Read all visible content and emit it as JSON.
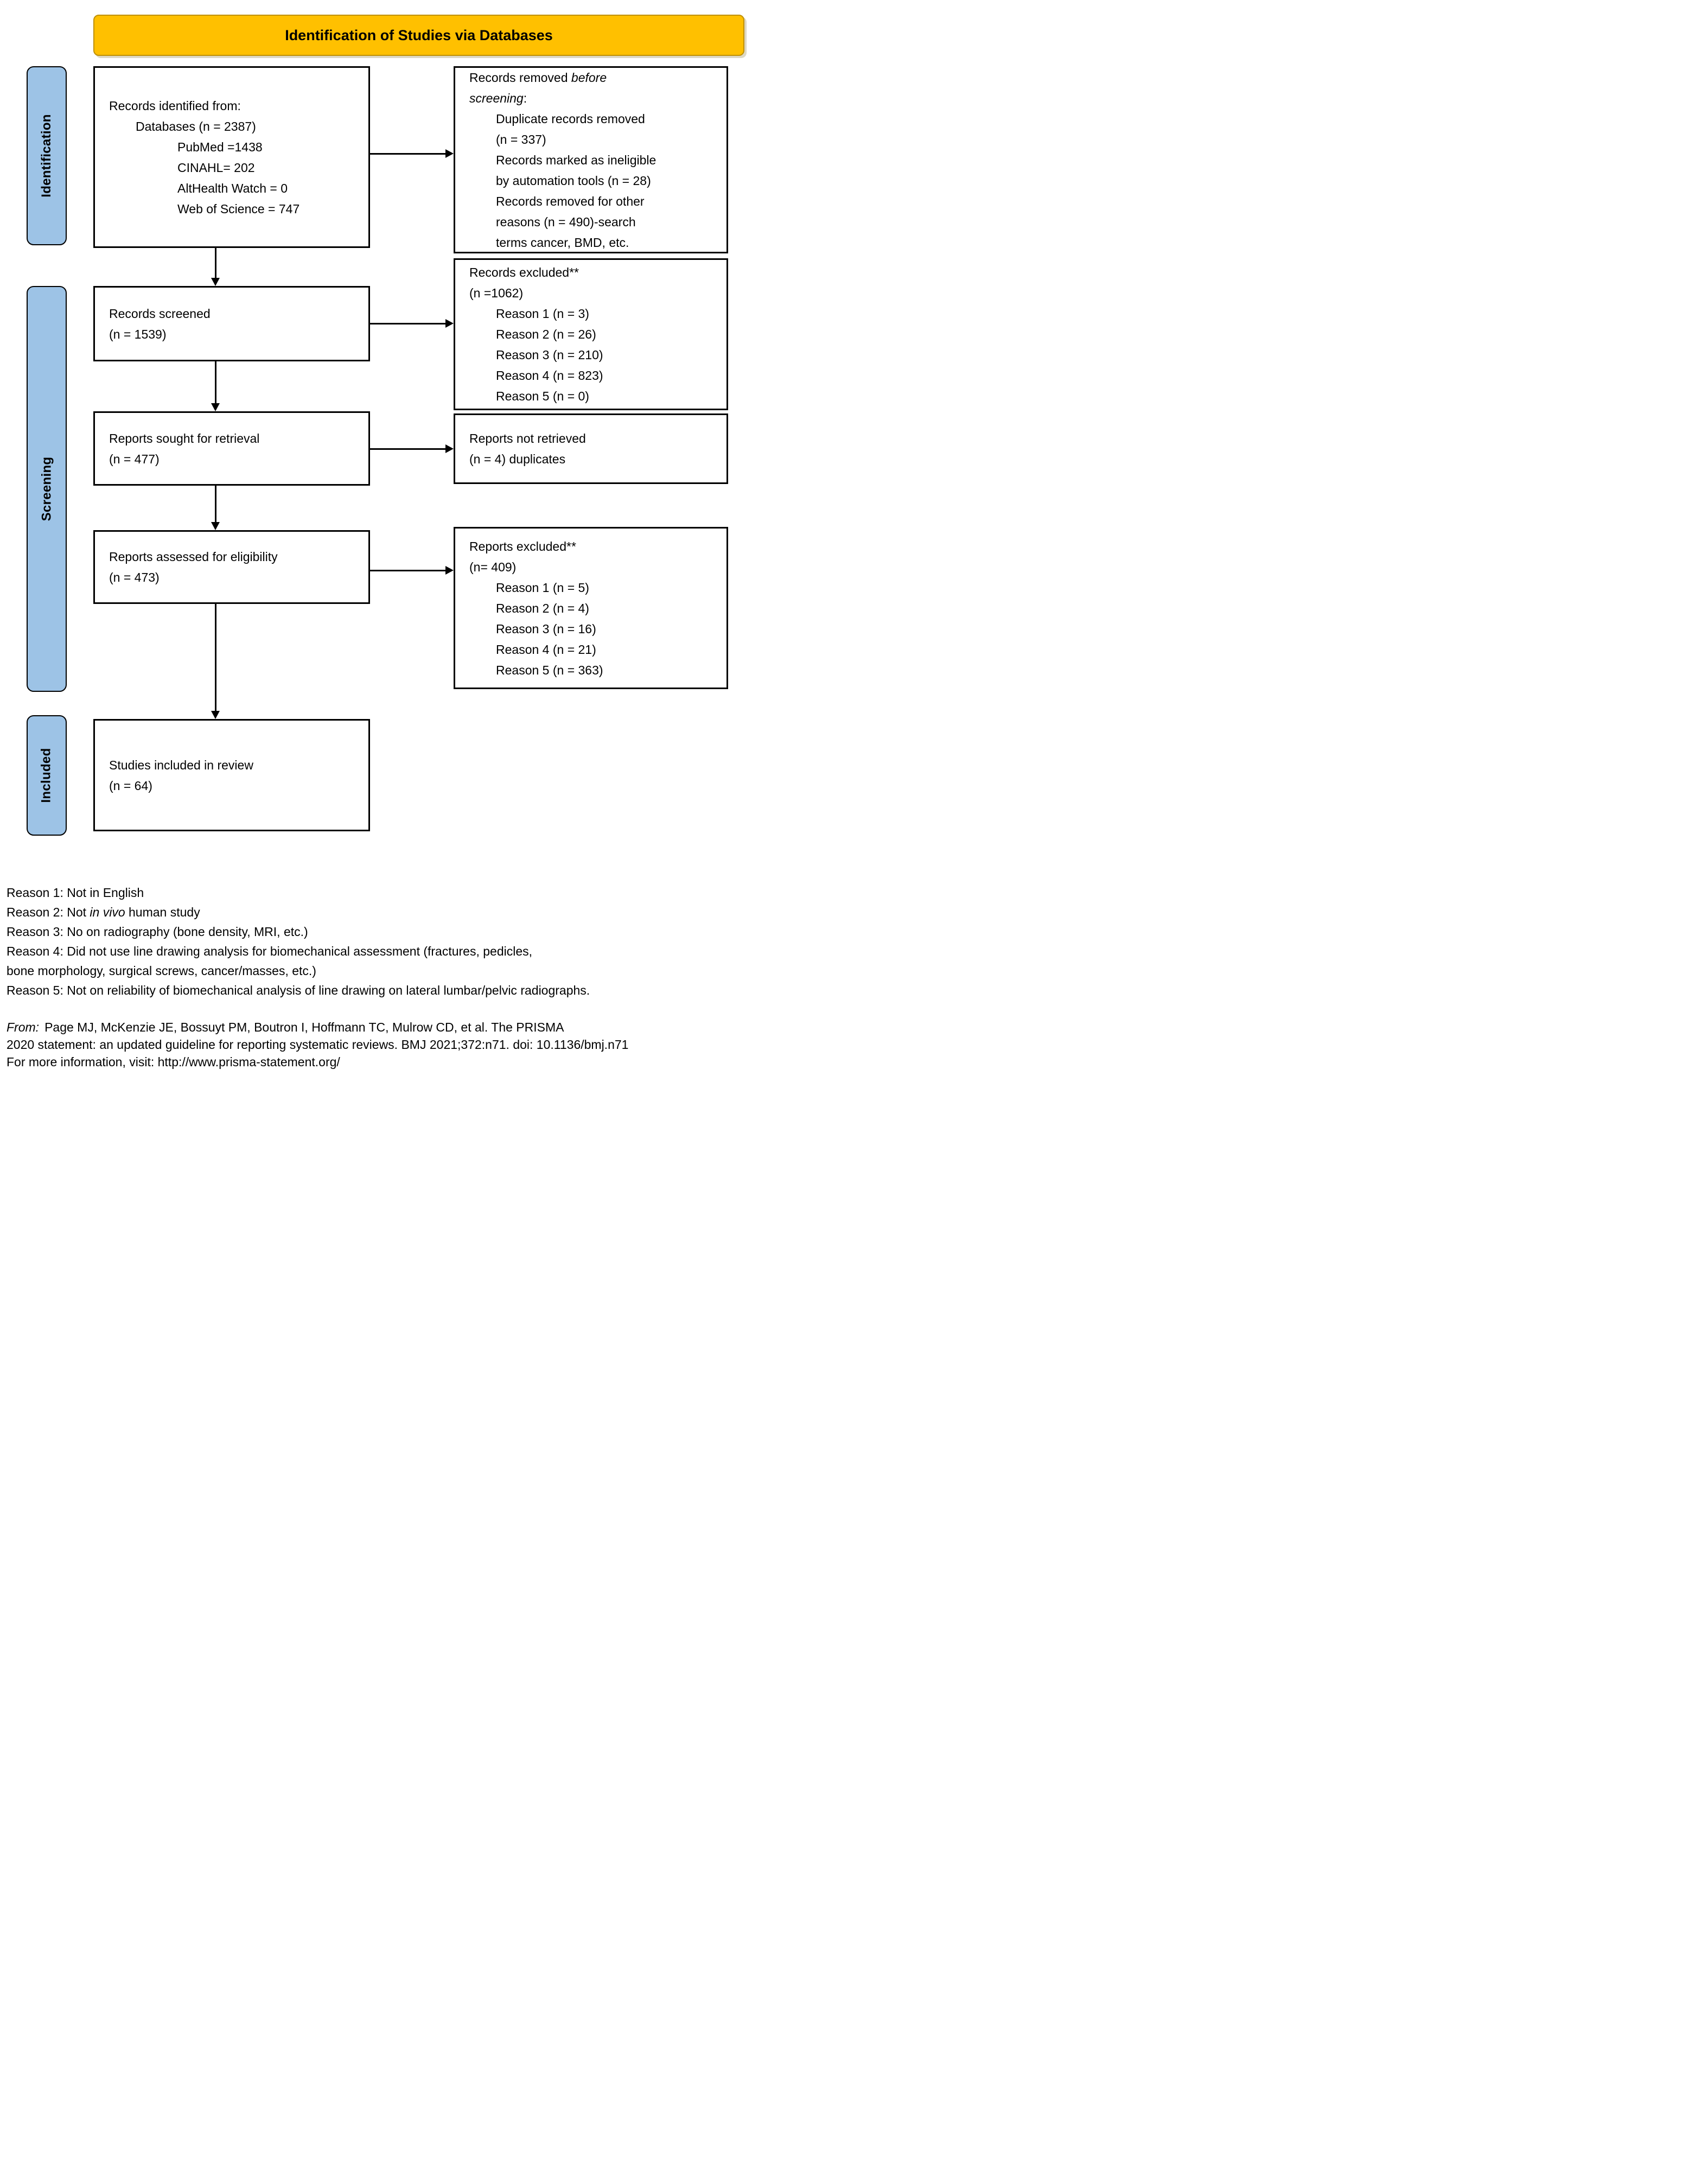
{
  "banner": {
    "label": "Identification of Studies via Databases"
  },
  "sidebar": {
    "identification": "Identification",
    "screening": "Screening",
    "included": "Included"
  },
  "boxes": {
    "identified": {
      "l1": "Records identified from:",
      "l2": "Databases (n = 2387)",
      "l3": "PubMed =1438",
      "l4": "CINAHL= 202",
      "l5": "AltHealth Watch = 0",
      "l6": "Web of Science = 747"
    },
    "removed_before_screening": {
      "l1_pre": "Records removed ",
      "l1_italic": "before",
      "l2_italic": "screening",
      "l2_post": ":",
      "l3": "Duplicate records removed",
      "l4": "(n = 337)",
      "l5": "Records marked as ineligible",
      "l6": "by automation tools (n = 28)",
      "l7": "Records removed for other",
      "l8": "reasons (n = 490)-search",
      "l9": "terms cancer, BMD, etc."
    },
    "screened": {
      "l1": "Records screened",
      "l2": "(n = 1539)"
    },
    "records_excluded": {
      "l1": "Records excluded**",
      "l2": "(n =1062)",
      "l3": "Reason 1 (n = 3)",
      "l4": "Reason 2 (n = 26)",
      "l5": "Reason 3 (n = 210)",
      "l6": "Reason 4 (n = 823)",
      "l7": "Reason 5 (n = 0)"
    },
    "sought": {
      "l1": "Reports sought for retrieval",
      "l2": "(n = 477)"
    },
    "not_retrieved": {
      "l1": "Reports not retrieved",
      "l2": "(n = 4) duplicates"
    },
    "assessed": {
      "l1": "Reports assessed for eligibility",
      "l2": "(n = 473)"
    },
    "reports_excluded": {
      "l1": "Reports excluded**",
      "l2": "(n= 409)",
      "l3": "Reason 1 (n = 5)",
      "l4": "Reason 2 (n = 4)",
      "l5": "Reason 3 (n = 16)",
      "l6": "Reason 4 (n = 21)",
      "l7": "Reason 5 (n = 363)"
    },
    "included_in_review": {
      "l1": "Studies included in review",
      "l2": "(n = 64)"
    }
  },
  "footnotes": {
    "r1": "Reason 1: Not in English",
    "r2_pre": "Reason 2: Not ",
    "r2_italic": "in vivo",
    "r2_post": " human study",
    "r3": "Reason 3: No on radiography (bone density, MRI, etc.)",
    "r4_line1": "Reason 4: Did not use line drawing analysis for biomechanical assessment (fractures, pedicles,",
    "r4_line2": "bone morphology, surgical screws, cancer/masses, etc.)",
    "r5": "Reason 5: Not on reliability of biomechanical analysis of line drawing on lateral lumbar/pelvic radiographs."
  },
  "citation": {
    "from_italic": "From:",
    "line1_rest": "Page MJ, McKenzie JE, Bossuyt PM, Boutron I, Hoffmann TC, Mulrow CD, et al. The PRISMA",
    "line2": "2020 statement: an updated guideline for reporting systematic reviews. BMJ 2021;372:n71. doi: 10.1136/bmj.n71",
    "line3": "For more information, visit: http://www.prisma-statement.org/"
  },
  "colors": {
    "banner_fill": "#FFC000",
    "banner_border": "#BF9000",
    "sidebar_fill": "#9DC3E6",
    "box_border": "#000000",
    "text": "#000000"
  }
}
